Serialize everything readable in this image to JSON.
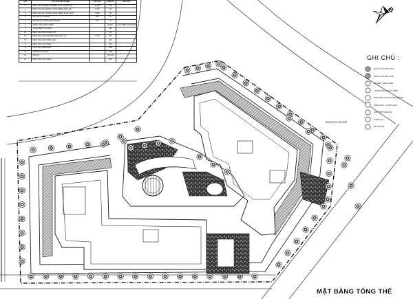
{
  "title": "MẶT BẰNG TỔNG THỂ",
  "legend": {
    "title": "GHI CHÚ :",
    "items": [
      {
        "label": "NHÀ Ở XÃ HỘI CT01",
        "symbol": "circle-grey"
      },
      {
        "label": "NHÀ Ở XÃ HỘI CT02",
        "symbol": "circle-grey"
      },
      {
        "label": "LỐI LÊN TẦNG HẦM",
        "symbol": "circle-outline"
      },
      {
        "label": "THANG BỘ THOÁT HIỂM",
        "symbol": "circle-outline"
      },
      {
        "label": "NHÀ SINH HOẠT CỘNG ĐỒNG",
        "symbol": "circle-outline"
      },
      {
        "label": "SÂN CHƠI - VƯỜN HOA",
        "symbol": "circle-outline"
      },
      {
        "label": "SÂN TẬP THỂ DỤC",
        "symbol": "circle-outline"
      },
      {
        "label": "THẢM CỎ",
        "symbol": "circle-outline"
      },
      {
        "label": "BÃI ĐỖ XE",
        "symbol": "circle-outline"
      }
    ]
  },
  "table": {
    "headers": [
      "STT",
      "CÁC CHỈ TIÊU CHÍNH",
      "GIÁ TRỊ",
      "ĐƠN VỊ",
      "GHI CHÚ"
    ],
    "rows": [
      [
        "1",
        "DIỆN TÍCH KHU ĐẤT NGHIÊN CỨU LẬP DỰ ÁN",
        "16.617",
        "M2",
        ""
      ],
      [
        "2",
        "DIỆN TÍCH XÂY DỰNG CÔNG TRÌNH KHỐI ĐẾ",
        "4.770",
        "M2",
        ""
      ],
      [
        "3",
        "DIỆN TÍCH XÂY DỰNG CÔNG TRÌNH KHỐI THÁP",
        "3.880",
        "M2",
        ""
      ],
      [
        "4",
        "MẬT ĐỘ XÂY DỰNG",
        "28,7",
        "%",
        ""
      ],
      [
        "5",
        "MẬT ĐỘ XÂY DỰNG KHỐI THÁP",
        "23,3",
        "%",
        ""
      ],
      [
        "6",
        "TẦNG CAO CÔNG TRÌNH",
        "",
        "TẦNG",
        "CHƯA BAO GỒM TẦNG TUM"
      ],
      [
        "7",
        "TỔNG DIỆN TÍCH SÀN",
        "",
        "M2",
        ""
      ],
      [
        "7.1",
        "DIỆN TÍCH SÀN CHUNG CƯ",
        "",
        "M2",
        ""
      ],
      [
        "7.2",
        "DIỆN TÍCH SÀN THƯƠNG MẠI, DỊCH VỤ",
        "4.770",
        "M2",
        ""
      ],
      [
        "7.3",
        "DIỆN TÍCH SÀN TẦNG HẦM",
        "",
        "M2",
        ""
      ],
      [
        "8",
        "DIỆN TÍCH CÂY XANH",
        "",
        "M2",
        ""
      ],
      [
        "9",
        "HỆ SỐ SỬ DỤNG ĐẤT",
        "",
        "LẦN",
        ""
      ],
      [
        "10",
        "TỔNG SỐ CĂN HỘ",
        "",
        "CĂN",
        ""
      ],
      [
        "11",
        "DÂN SỐ",
        "",
        "NGƯỜI",
        ""
      ],
      [
        "12",
        "DIỆN TÍCH CÂY XANH",
        "",
        "M2",
        ""
      ]
    ]
  },
  "callout_label": "RANH GIỚI KHU ĐẤT",
  "compass_label": "B",
  "colors": {
    "line": "#1a1a1a",
    "hatch": "#9a9a9a",
    "dark": "#2b2b2b",
    "tree": "#3a3a3a"
  }
}
